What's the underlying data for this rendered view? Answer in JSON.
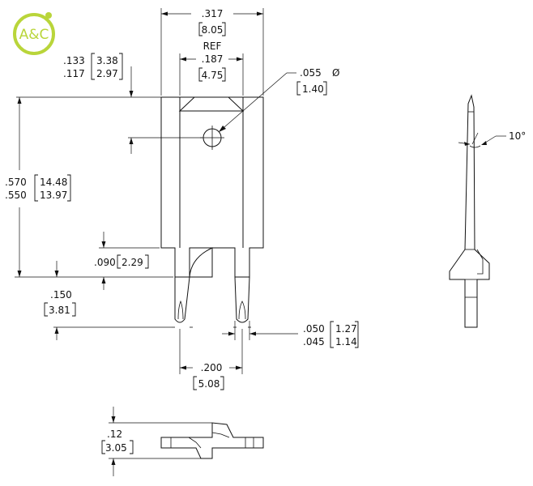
{
  "logo": {
    "text": "A&C",
    "color": "#b9d53a"
  },
  "dims": {
    "overall_width": {
      "in": ".317",
      "mm": "8.05"
    },
    "slot_width": {
      "note": "REF",
      "in": ".187",
      "mm": "4.75"
    },
    "hole_dia": {
      "in": ".055",
      "mm": "1.40",
      "symbol": "Ø"
    },
    "chamfer_to_hole": {
      "in_max": ".133",
      "mm_max": "3.38",
      "in_min": ".117",
      "mm_min": "2.97"
    },
    "height": {
      "in_max": ".570",
      "mm_max": "14.48",
      "in_min": ".550",
      "mm_min": "13.97"
    },
    "step": {
      "in": ".090",
      "mm": "2.29"
    },
    "tab_length": {
      "in": ".150",
      "mm": "3.81"
    },
    "tab_width": {
      "in_max": ".050",
      "mm_max": "1.27",
      "in_min": ".045",
      "mm_min": "1.14"
    },
    "tab_spacing": {
      "in": ".200",
      "mm": "5.08"
    },
    "bend_height": {
      "in": ".12",
      "mm": "3.05"
    },
    "angle": {
      "value": "10°"
    }
  }
}
